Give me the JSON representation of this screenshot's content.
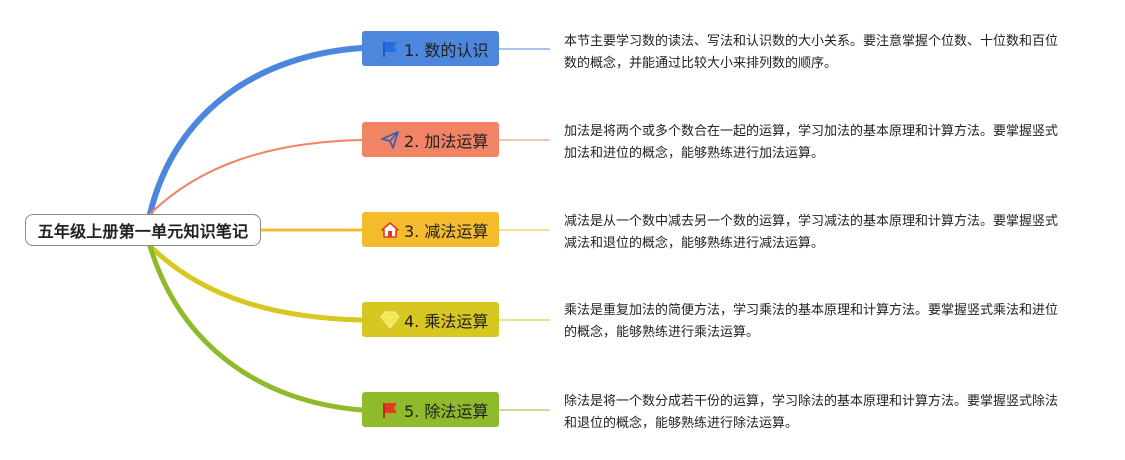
{
  "root": {
    "title": "五年级上册第一单元知识笔记"
  },
  "branches": [
    {
      "id": "b1",
      "label": "1. 数的认识",
      "icon": "flag-icon",
      "color": "#4d86dd",
      "description": "本节主要学习数的读法、写法和认识数的大小关系。要注意掌握个位数、十位数和百位数的概念，并能通过比较大小来排列数的顺序。"
    },
    {
      "id": "b2",
      "label": "2. 加法运算",
      "icon": "paper-plane-icon",
      "color": "#f08464",
      "description": "加法是将两个或多个数合在一起的运算，学习加法的基本原理和计算方法。要掌握竖式加法和进位的概念，能够熟练进行加法运算。"
    },
    {
      "id": "b3",
      "label": "3. 减法运算",
      "icon": "home-icon",
      "color": "#f4bb2c",
      "description": "减法是从一个数中减去另一个数的运算，学习减法的基本原理和计算方法。要掌握竖式减法和退位的概念，能够熟练进行减法运算。"
    },
    {
      "id": "b4",
      "label": "4. 乘法运算",
      "icon": "diamond-icon",
      "color": "#d8c621",
      "description": "乘法是重复加法的简便方法，学习乘法的基本原理和计算方法。要掌握竖式乘法和进位的概念，能够熟练进行乘法运算。"
    },
    {
      "id": "b5",
      "label": "5. 除法运算",
      "icon": "red-flag-icon",
      "color": "#8fba2c",
      "description": "除法是将一个数分成若干份的运算，学习除法的基本原理和计算方法。要掌握竖式除法和退位的概念，能够熟练进行除法运算。"
    }
  ]
}
